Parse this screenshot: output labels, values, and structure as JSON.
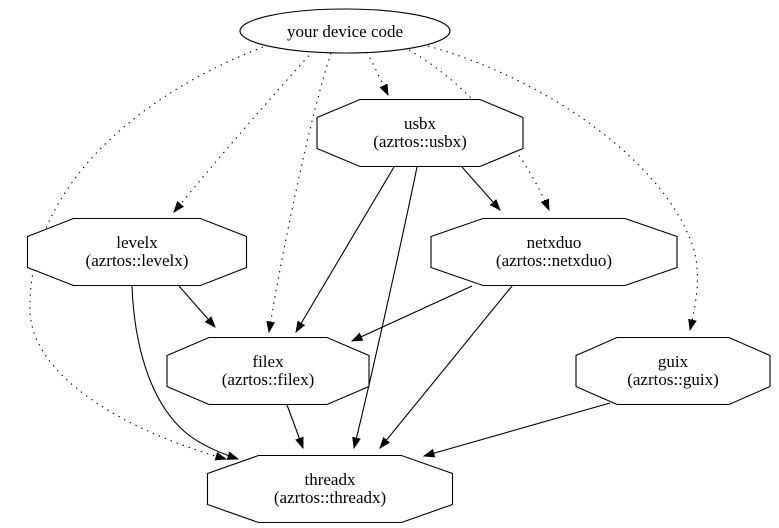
{
  "diagram": {
    "description": "dependency-graph",
    "colors": {
      "background": "#ffffff",
      "node_fill": "#ffffff",
      "stroke": "#000000",
      "text": "#000000"
    },
    "nodes": [
      {
        "id": "device",
        "label": "your device code",
        "sublabel": "",
        "shape": "ellipse"
      },
      {
        "id": "usbx",
        "label": "usbx",
        "sublabel": "(azrtos::usbx)",
        "shape": "octagon"
      },
      {
        "id": "levelx",
        "label": "levelx",
        "sublabel": "(azrtos::levelx)",
        "shape": "octagon"
      },
      {
        "id": "netxduo",
        "label": "netxduo",
        "sublabel": "(azrtos::netxduo)",
        "shape": "octagon"
      },
      {
        "id": "filex",
        "label": "filex",
        "sublabel": "(azrtos::filex)",
        "shape": "octagon"
      },
      {
        "id": "guix",
        "label": "guix",
        "sublabel": "(azrtos::guix)",
        "shape": "octagon"
      },
      {
        "id": "threadx",
        "label": "threadx",
        "sublabel": "(azrtos::threadx)",
        "shape": "octagon"
      }
    ],
    "edges": [
      {
        "from": "device",
        "to": "usbx",
        "style": "dotted"
      },
      {
        "from": "device",
        "to": "levelx",
        "style": "dotted"
      },
      {
        "from": "device",
        "to": "netxduo",
        "style": "dotted"
      },
      {
        "from": "device",
        "to": "filex",
        "style": "dotted"
      },
      {
        "from": "device",
        "to": "guix",
        "style": "dotted"
      },
      {
        "from": "device",
        "to": "threadx",
        "style": "dotted"
      },
      {
        "from": "usbx",
        "to": "netxduo",
        "style": "solid"
      },
      {
        "from": "usbx",
        "to": "filex",
        "style": "solid"
      },
      {
        "from": "usbx",
        "to": "threadx",
        "style": "solid"
      },
      {
        "from": "levelx",
        "to": "filex",
        "style": "solid"
      },
      {
        "from": "levelx",
        "to": "threadx",
        "style": "solid"
      },
      {
        "from": "netxduo",
        "to": "filex",
        "style": "solid"
      },
      {
        "from": "netxduo",
        "to": "threadx",
        "style": "solid"
      },
      {
        "from": "filex",
        "to": "threadx",
        "style": "solid"
      },
      {
        "from": "guix",
        "to": "threadx",
        "style": "solid"
      }
    ]
  }
}
